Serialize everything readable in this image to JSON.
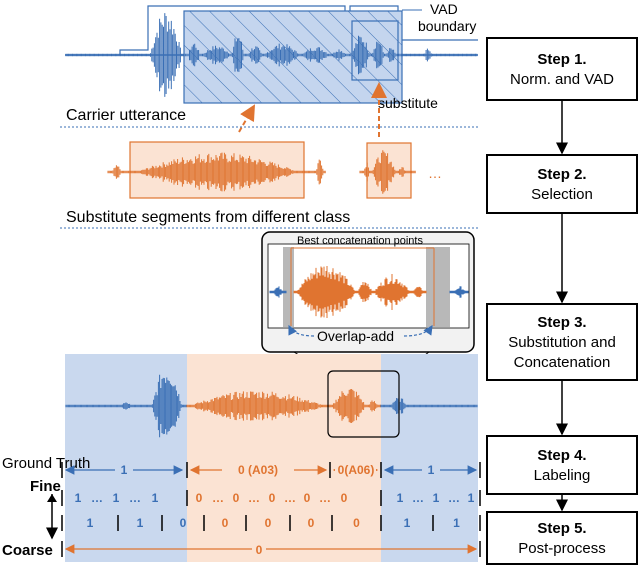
{
  "colors": {
    "blue": "#3a6fb5",
    "blue_light": "#c9d8ee",
    "blue_fill": "#b9cdea",
    "orange": "#e07430",
    "orange_light": "#f6dac8",
    "orange_fill": "#fbe3d3",
    "gray_box": "#f2f2f2",
    "gray_bar": "#9a9a9a",
    "black": "#000000"
  },
  "steps": [
    {
      "title": "Step 1.",
      "desc": [
        "Norm. and VAD"
      ]
    },
    {
      "title": "Step 2.",
      "desc": [
        "Selection"
      ]
    },
    {
      "title": "Step 3.",
      "desc": [
        "Substitution and",
        "Concatenation"
      ]
    },
    {
      "title": "Step 4.",
      "desc": [
        "Labeling"
      ]
    },
    {
      "title": "Step 5.",
      "desc": [
        "Post-process"
      ]
    }
  ],
  "labels": {
    "vad_boundary": [
      "VAD",
      "boundary"
    ],
    "carrier_utterance": "Carrier utterance",
    "substitute": "substitute",
    "substitute_segments": "Substitute segments from different class",
    "ellipsis": "…",
    "best_concatenation_points": "Best concatenation points",
    "overlap_add": "Overlap-add",
    "ground_truth": "Ground Truth",
    "fine": "Fine",
    "coarse": "Coarse"
  },
  "ground_truth": {
    "segments": [
      "1",
      "0 (A03)",
      "0(A06)",
      "1"
    ]
  },
  "fine_row1": {
    "values": [
      "1",
      "…",
      "1",
      "…",
      "1",
      "0",
      "…",
      "0",
      "…",
      "0",
      "…",
      "0",
      "…",
      "0",
      "1",
      "…",
      "1",
      "…",
      "1"
    ]
  },
  "fine_row2": {
    "values": [
      "1",
      "1",
      "0",
      "0",
      "0",
      "0",
      "0",
      "1",
      "1"
    ]
  },
  "coarse": {
    "value": "0"
  }
}
